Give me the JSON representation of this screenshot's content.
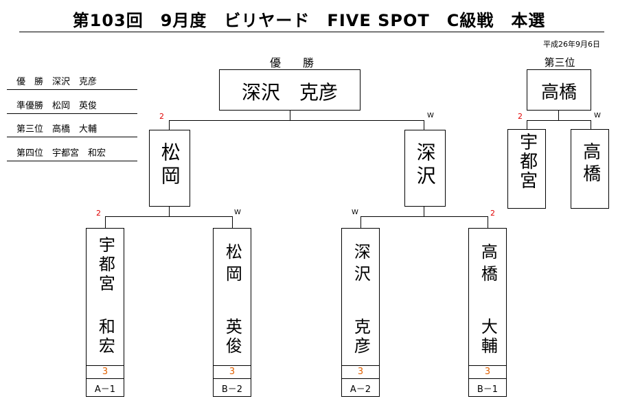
{
  "title": "第103回　9月度　ビリヤード　FIVE SPOT　C級戦　本選",
  "date": "平成26年9月6日",
  "results": [
    {
      "rank": "優　勝",
      "name": "深沢　克彦"
    },
    {
      "rank": "準優勝",
      "name": "松岡　英俊"
    },
    {
      "rank": "第三位",
      "name": "高橋　大輔"
    },
    {
      "rank": "第四位",
      "name": "宇都宮　和宏"
    }
  ],
  "champion": {
    "label": "優　　勝",
    "name": "深沢　克彦"
  },
  "third_place": {
    "label": "第三位",
    "name": "高橋",
    "players": [
      {
        "name": "宇都宮",
        "score": "2"
      },
      {
        "name": "高橋",
        "score": "W"
      }
    ]
  },
  "semifinals": [
    {
      "name": "松岡",
      "score": "2"
    },
    {
      "name": "深沢",
      "score": "W"
    }
  ],
  "first_round": [
    {
      "name_top": "宇都宮",
      "name_bottom": "和宏",
      "score": "2",
      "handicap": "3",
      "slot": "A－1"
    },
    {
      "name_top": "松岡",
      "name_bottom": "英俊",
      "score": "W",
      "handicap": "3",
      "slot": "B－2"
    },
    {
      "name_top": "深沢",
      "name_bottom": "克彦",
      "score": "W",
      "handicap": "3",
      "slot": "A－2"
    },
    {
      "name_top": "高橋",
      "name_bottom": "大輔",
      "score": "2",
      "handicap": "3",
      "slot": "B－1"
    }
  ],
  "colors": {
    "loss_score": "#e00000",
    "handicap": "#e06000"
  }
}
